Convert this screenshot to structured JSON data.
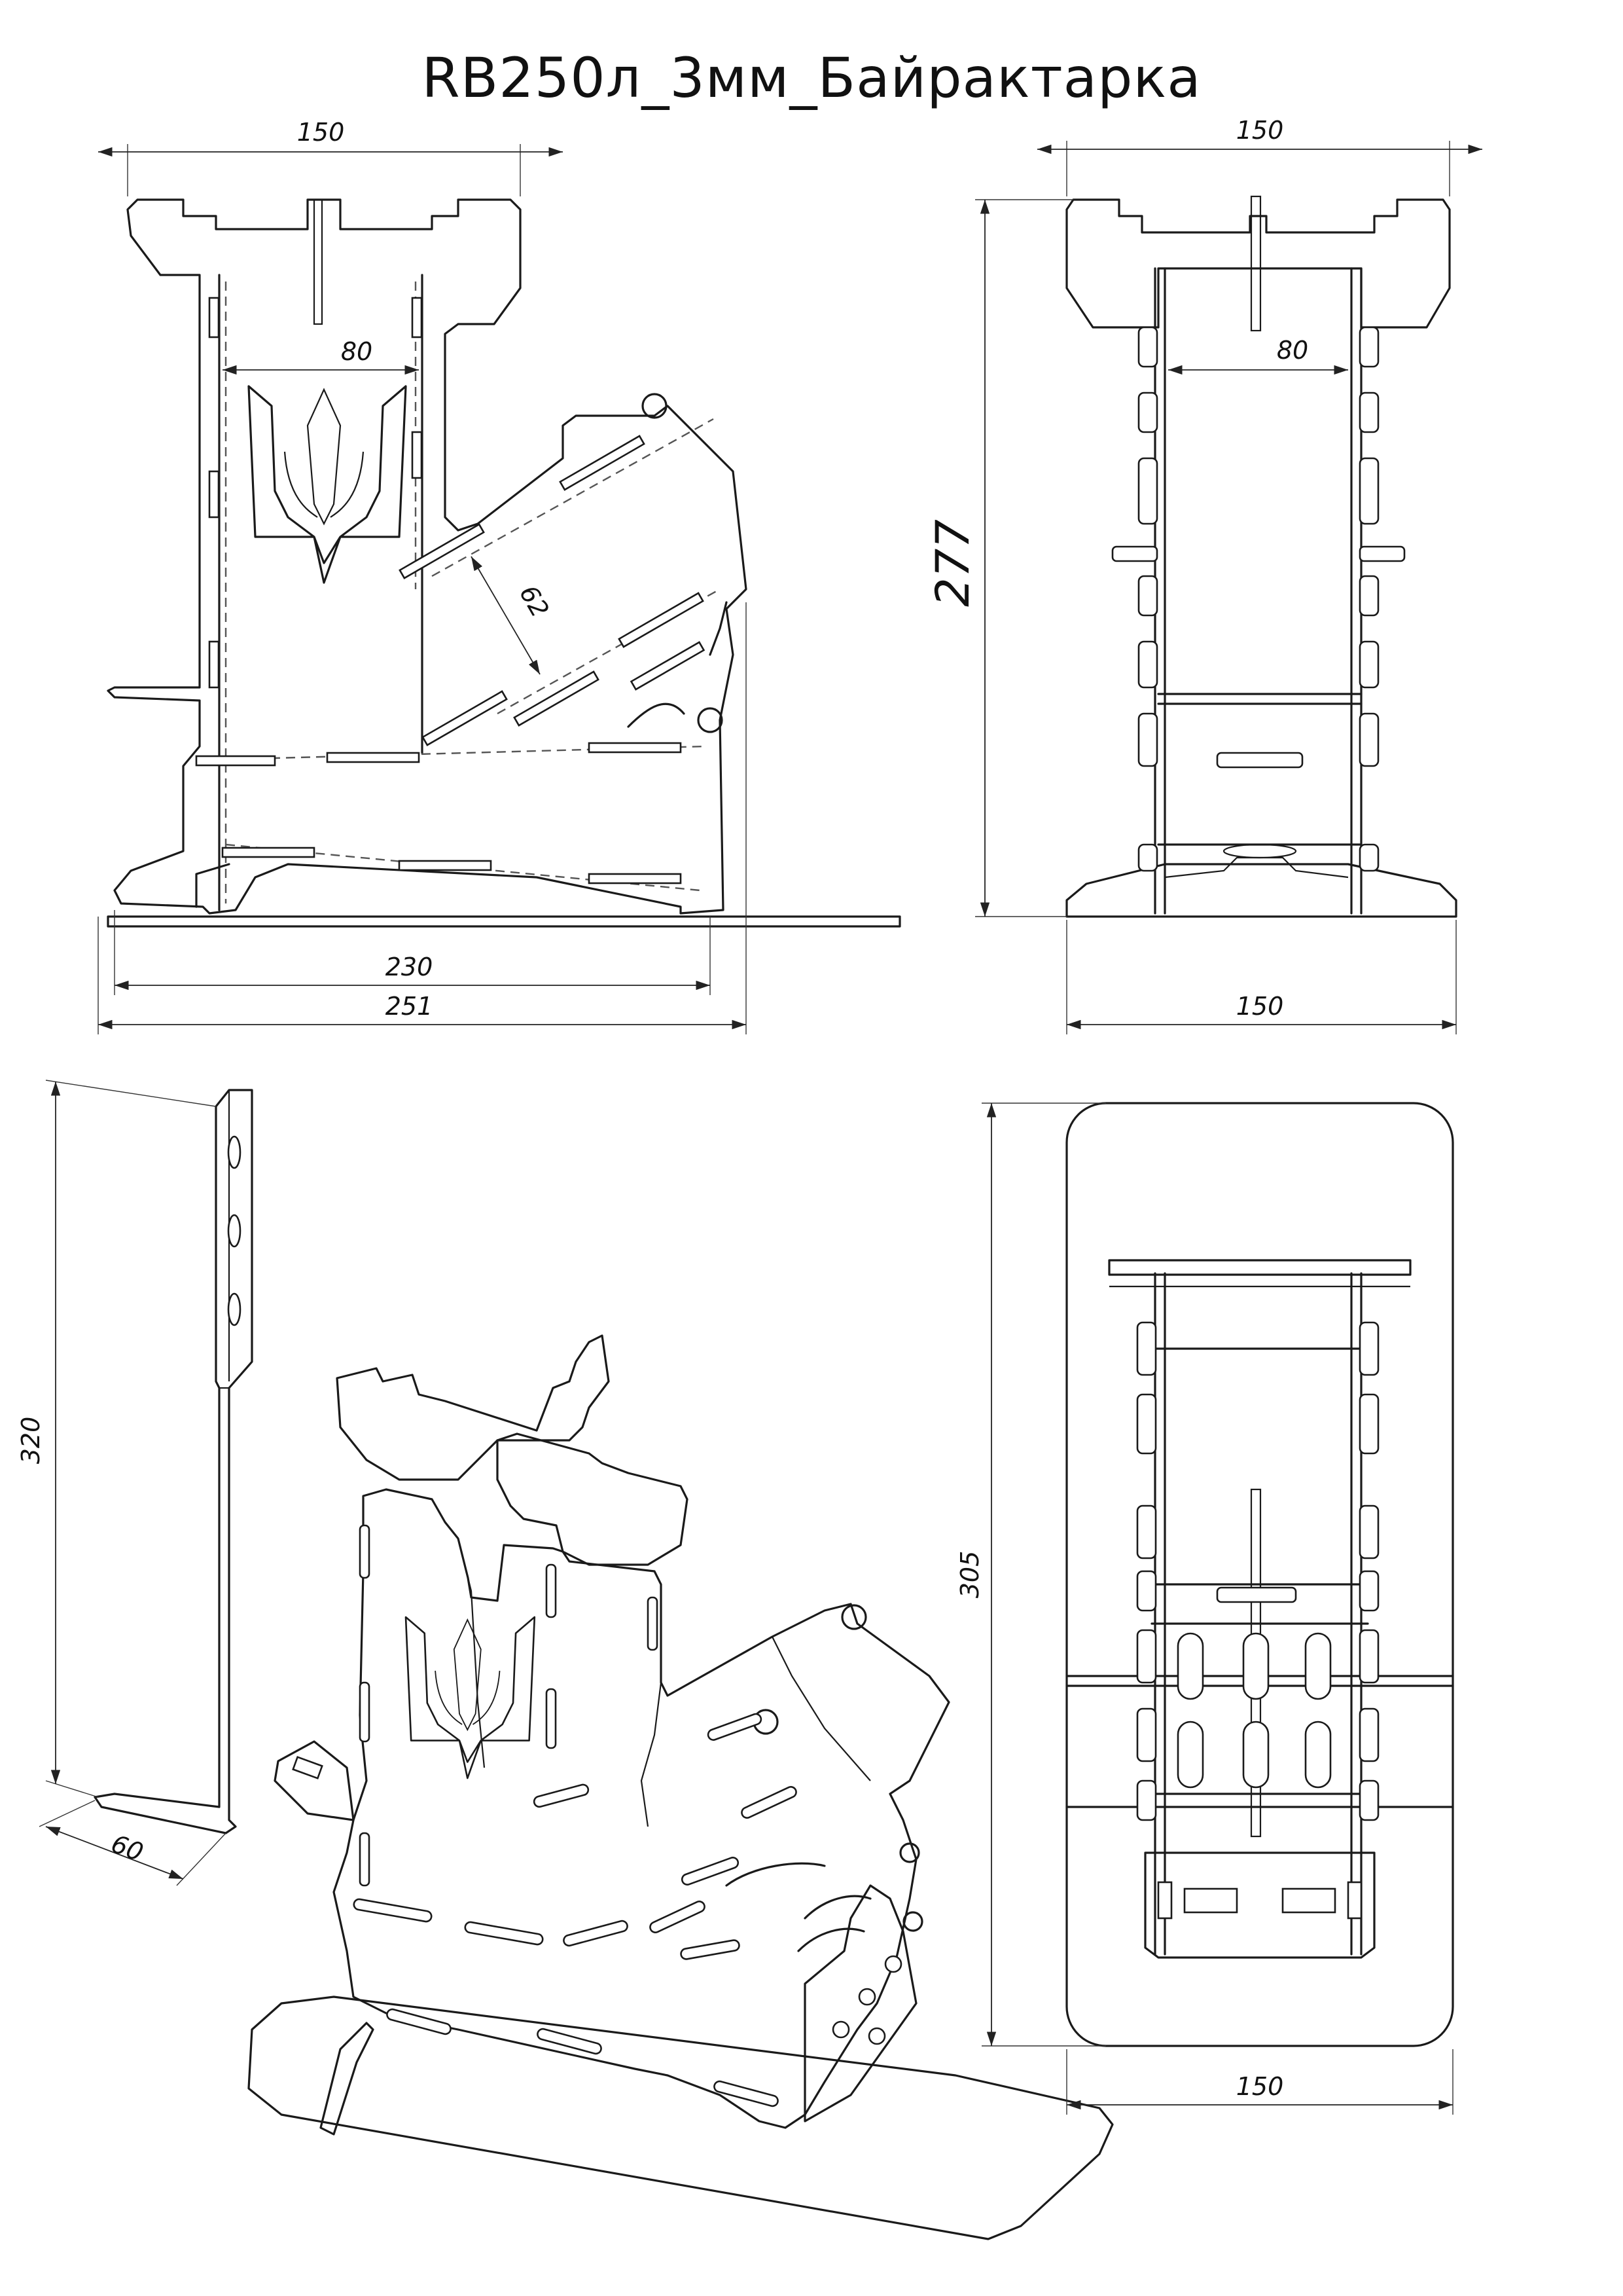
{
  "title": "RB250л_3мм_Байрактарка",
  "dimensions": {
    "front_top_width": "150",
    "front_inner_width": "80",
    "front_slot_depth": "62",
    "front_base_width": "230",
    "front_total_width": "251",
    "side_top_width": "150",
    "side_inner_width": "80",
    "side_height": "277",
    "side_base_width": "150",
    "panel_height": "320",
    "panel_depth": "60",
    "top_view_length": "305",
    "top_view_width": "150"
  }
}
